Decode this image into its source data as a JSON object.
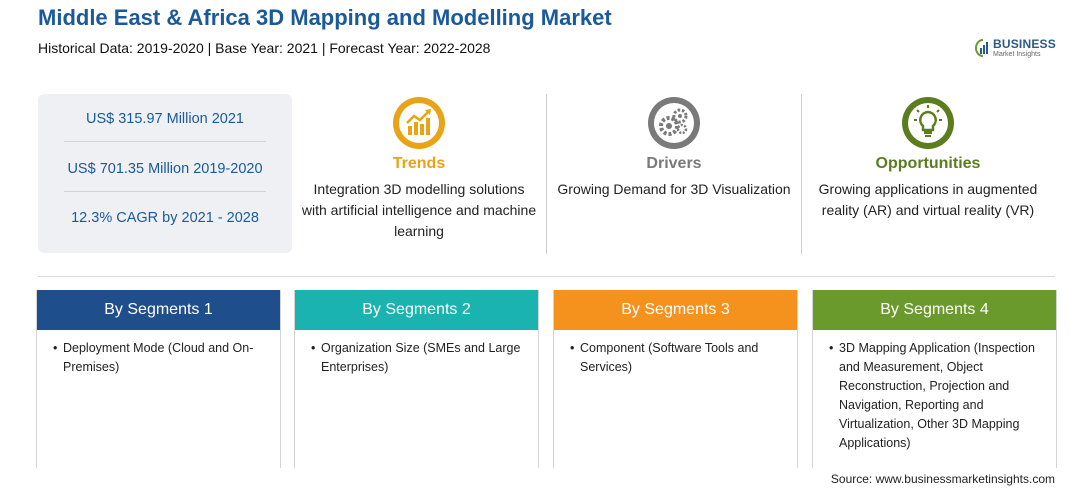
{
  "header": {
    "title": "Middle East & Africa 3D Mapping and Modelling Market",
    "subtitle": "Historical Data: 2019-2020 | Base Year: 2021 | Forecast Year: 2022-2028"
  },
  "logo": {
    "name": "BUSINESS",
    "tagline": "Market Insights"
  },
  "stats": [
    "US$ 315.97 Million 2021",
    "US$ 701.35 Million 2019-2020",
    "12.3% CAGR by 2021 - 2028"
  ],
  "insights": {
    "trends": {
      "heading": "Trends",
      "text": "Integration 3D modelling solutions with artificial intelligence and machine learning",
      "icon": "chart-trend-icon",
      "color": "#e8a317"
    },
    "drivers": {
      "heading": "Drivers",
      "text": "Growing Demand for 3D Visualization",
      "icon": "gears-icon",
      "color": "#7a7a7a"
    },
    "opportunities": {
      "heading": "Opportunities",
      "text": "Growing applications in augmented reality (AR) and virtual reality (VR)",
      "icon": "lightbulb-icon",
      "color": "#5b7d1e"
    }
  },
  "segments": [
    {
      "title": "By Segments 1",
      "items": [
        "Deployment Mode (Cloud and On-Premises)"
      ],
      "color": "#1f4e8c"
    },
    {
      "title": "By Segments 2",
      "items": [
        "Organization Size (SMEs and Large Enterprises)"
      ],
      "color": "#1ab3b0"
    },
    {
      "title": "By Segments 3",
      "items": [
        "Component (Software Tools and Services)"
      ],
      "color": "#f5921e"
    },
    {
      "title": "By Segments 4",
      "items": [
        "3D Mapping Application (Inspection and Measurement, Object Reconstruction, Projection and Navigation, Reporting and Virtualization, Other 3D Mapping Applications)"
      ],
      "color": "#6a9a2b"
    }
  ],
  "footer": {
    "source": "Source: www.businessmarketinsights.com"
  }
}
